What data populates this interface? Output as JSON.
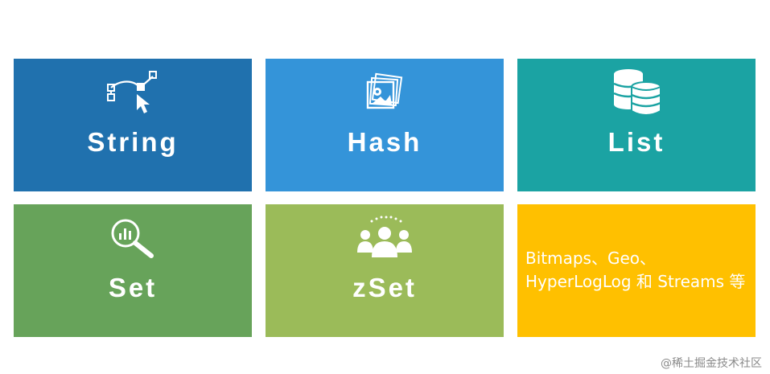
{
  "tiles": [
    {
      "label": "String",
      "icon": "bezier-pen-cursor-icon",
      "color": "#2071ae"
    },
    {
      "label": "Hash",
      "icon": "image-gallery-icon",
      "color": "#3494d9"
    },
    {
      "label": "List",
      "icon": "database-coins-icon",
      "color": "#1ba3a3"
    },
    {
      "label": "Set",
      "icon": "magnifier-chart-icon",
      "color": "#67a35a"
    },
    {
      "label": "zSet",
      "icon": "user-group-icon",
      "color": "#9bbb59"
    },
    {
      "description_lines": [
        "Bitmaps、Geo、",
        "HyperLogLog 和 Streams 等"
      ],
      "color": "#ffc000"
    }
  ],
  "watermark": "@稀土掘金技术社区"
}
